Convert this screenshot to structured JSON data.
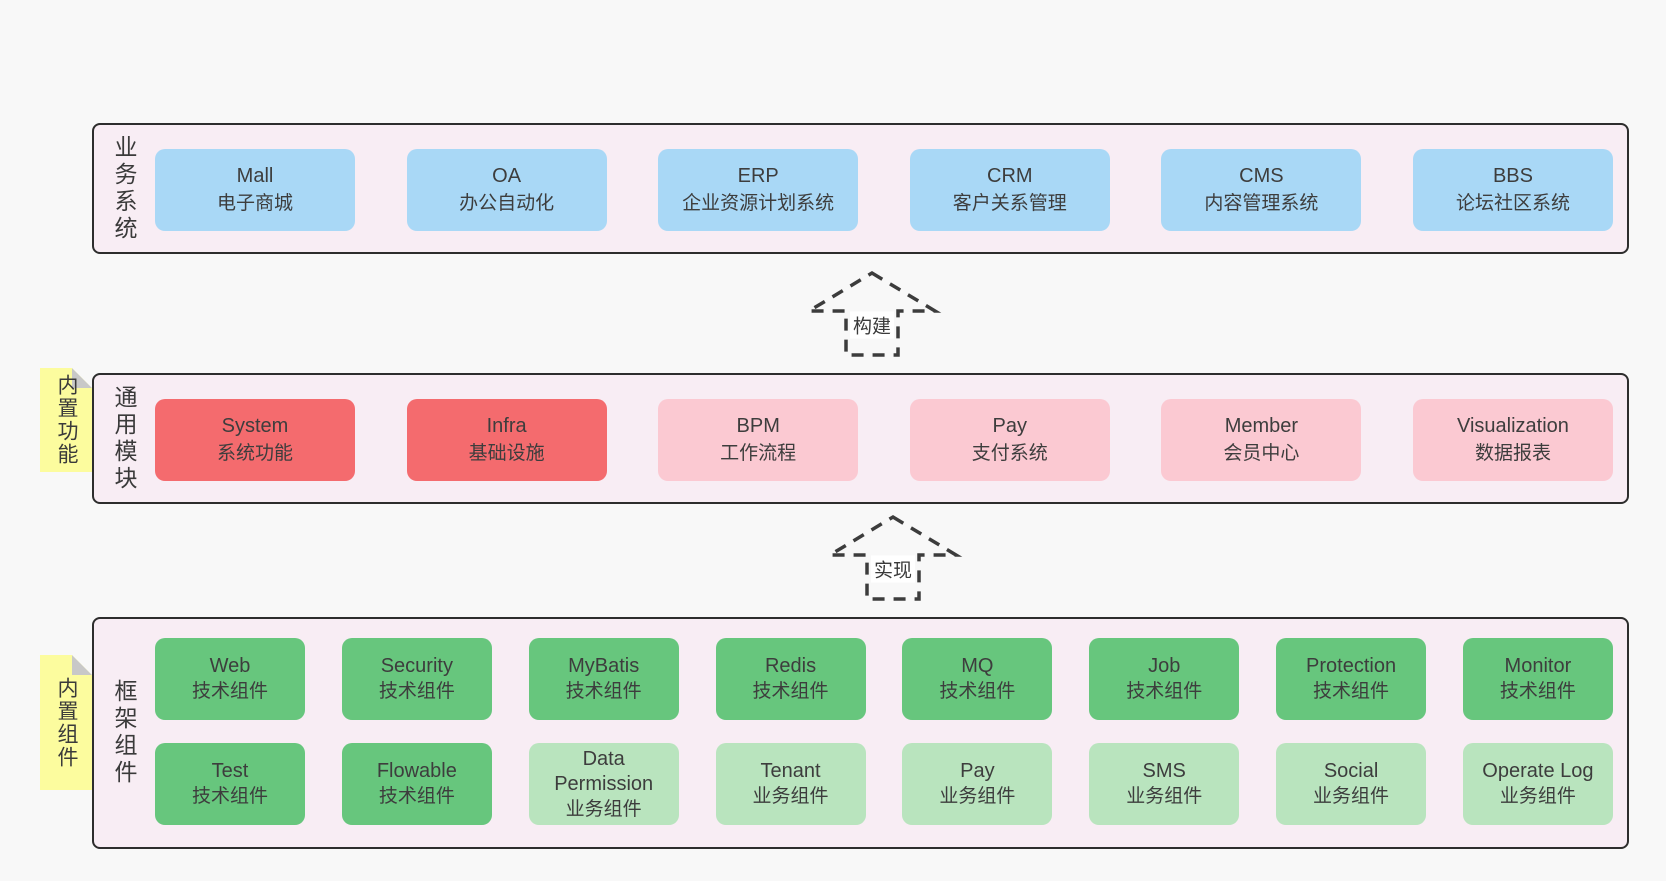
{
  "colors": {
    "blue": "#a9d8f6",
    "red": "#f46b6e",
    "pink": "#fbc9d2",
    "green": "#67c67d",
    "lightgreen": "#b9e4be",
    "layerBg": "#f8edf4",
    "layerBorder": "#2d2d2d",
    "noteBg": "#fcfc9e",
    "noteFold": "#c8c8c8",
    "pageBg": "#f8f8f8",
    "text": "#3d3d3d"
  },
  "arrows": [
    {
      "label": "构建"
    },
    {
      "label": "实现"
    }
  ],
  "layers": [
    {
      "label": "业务系统",
      "rows": [
        {
          "boxes": [
            {
              "name": "Mall",
              "desc": "电子商城",
              "variant": "blue"
            },
            {
              "name": "OA",
              "desc": "办公自动化",
              "variant": "blue"
            },
            {
              "name": "ERP",
              "desc": "企业资源计划系统",
              "variant": "blue"
            },
            {
              "name": "CRM",
              "desc": "客户关系管理",
              "variant": "blue"
            },
            {
              "name": "CMS",
              "desc": "内容管理系统",
              "variant": "blue"
            },
            {
              "name": "BBS",
              "desc": "论坛社区系统",
              "variant": "blue"
            }
          ]
        }
      ]
    },
    {
      "label": "通用模块",
      "note": "内置功能",
      "rows": [
        {
          "boxes": [
            {
              "name": "System",
              "desc": "系统功能",
              "variant": "red"
            },
            {
              "name": "Infra",
              "desc": "基础设施",
              "variant": "red"
            },
            {
              "name": "BPM",
              "desc": "工作流程",
              "variant": "pink"
            },
            {
              "name": "Pay",
              "desc": "支付系统",
              "variant": "pink"
            },
            {
              "name": "Member",
              "desc": "会员中心",
              "variant": "pink"
            },
            {
              "name": "Visualization",
              "desc": "数据报表",
              "variant": "pink"
            }
          ]
        }
      ]
    },
    {
      "label": "框架组件",
      "note": "内置组件",
      "rows": [
        {
          "boxes": [
            {
              "name": "Web",
              "desc": "技术组件",
              "variant": "green"
            },
            {
              "name": "Security",
              "desc": "技术组件",
              "variant": "green"
            },
            {
              "name": "MyBatis",
              "desc": "技术组件",
              "variant": "green"
            },
            {
              "name": "Redis",
              "desc": "技术组件",
              "variant": "green"
            },
            {
              "name": "MQ",
              "desc": "技术组件",
              "variant": "green"
            },
            {
              "name": "Job",
              "desc": "技术组件",
              "variant": "green"
            },
            {
              "name": "Protection",
              "desc": "技术组件",
              "variant": "green"
            },
            {
              "name": "Monitor",
              "desc": "技术组件",
              "variant": "green"
            }
          ]
        },
        {
          "boxes": [
            {
              "name": "Test",
              "desc": "技术组件",
              "variant": "green"
            },
            {
              "name": "Flowable",
              "desc": "技术组件",
              "variant": "green"
            },
            {
              "name": "Data Permission",
              "desc": "业务组件",
              "variant": "lightgreen"
            },
            {
              "name": "Tenant",
              "desc": "业务组件",
              "variant": "lightgreen"
            },
            {
              "name": "Pay",
              "desc": "业务组件",
              "variant": "lightgreen"
            },
            {
              "name": "SMS",
              "desc": "业务组件",
              "variant": "lightgreen"
            },
            {
              "name": "Social",
              "desc": "业务组件",
              "variant": "lightgreen"
            },
            {
              "name": "Operate Log",
              "desc": "业务组件",
              "variant": "lightgreen"
            }
          ]
        }
      ]
    }
  ]
}
